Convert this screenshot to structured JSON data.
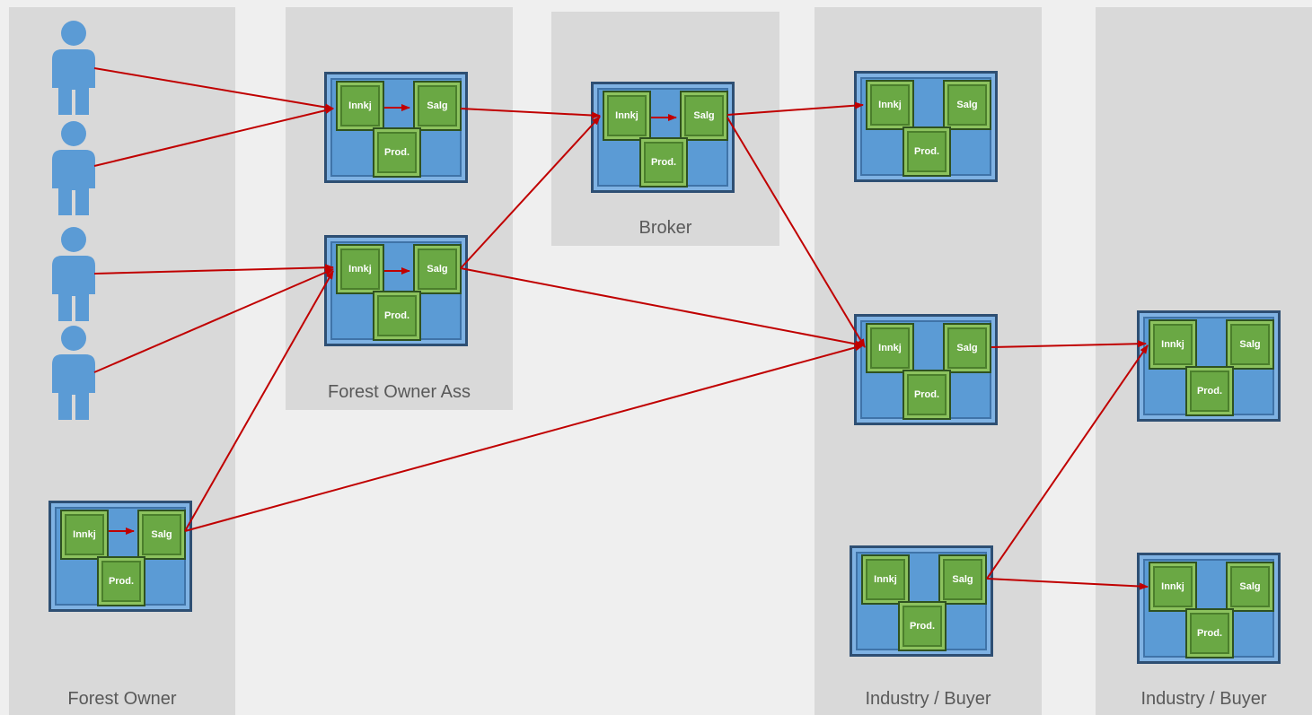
{
  "lanes": {
    "forest_owner": "Forest Owner",
    "forest_owner_ass": "Forest Owner Ass",
    "broker": "Broker",
    "industry_buyer_1": "Industry / Buyer",
    "industry_buyer_2": "Industry / Buyer"
  },
  "box_labels": {
    "purchase": "Innkj",
    "sales": "Salg",
    "production": "Prod."
  },
  "colors": {
    "lane": "#d9d9d9",
    "unit": "#5b9bd5",
    "box": "#6aa844",
    "arrow": "#c00000",
    "person": "#5b9bd5"
  }
}
